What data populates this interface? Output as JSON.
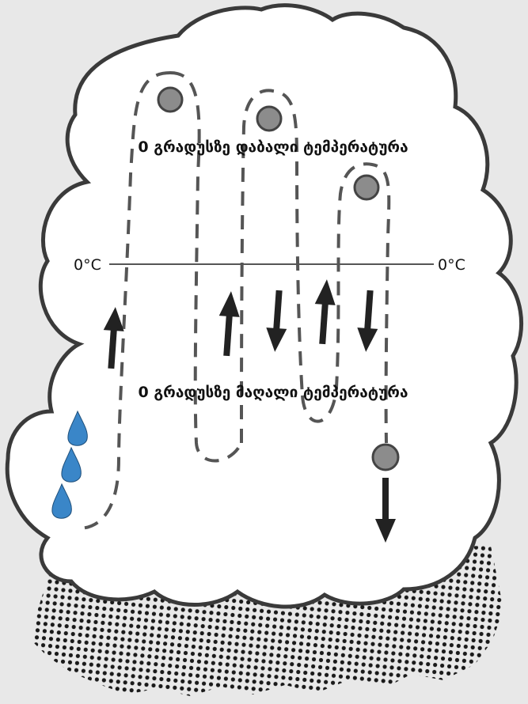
{
  "colors": {
    "background": "#e8e8e8",
    "cloud_fill": "#ffffff",
    "cloud_stroke": "#3a3a3a",
    "hail_fill": "#8c8c8c",
    "path_stroke": "#555555",
    "arrow_fill": "#222222",
    "drop_fill": "#3a86c8",
    "rain_dots": "#1a1a1a"
  },
  "labels": {
    "upper_zone": "0 გრადუსზე დაბალი ტემპერატურა",
    "lower_zone": "0 გრადუსზე მაღალი ტემპერატურა",
    "isotherm_left": "0°C",
    "isotherm_right": "0°C"
  },
  "icons": {
    "hailstone": "circle",
    "raindrop": "teardrop",
    "updraft": "arrow-up",
    "downdraft": "arrow-down"
  }
}
